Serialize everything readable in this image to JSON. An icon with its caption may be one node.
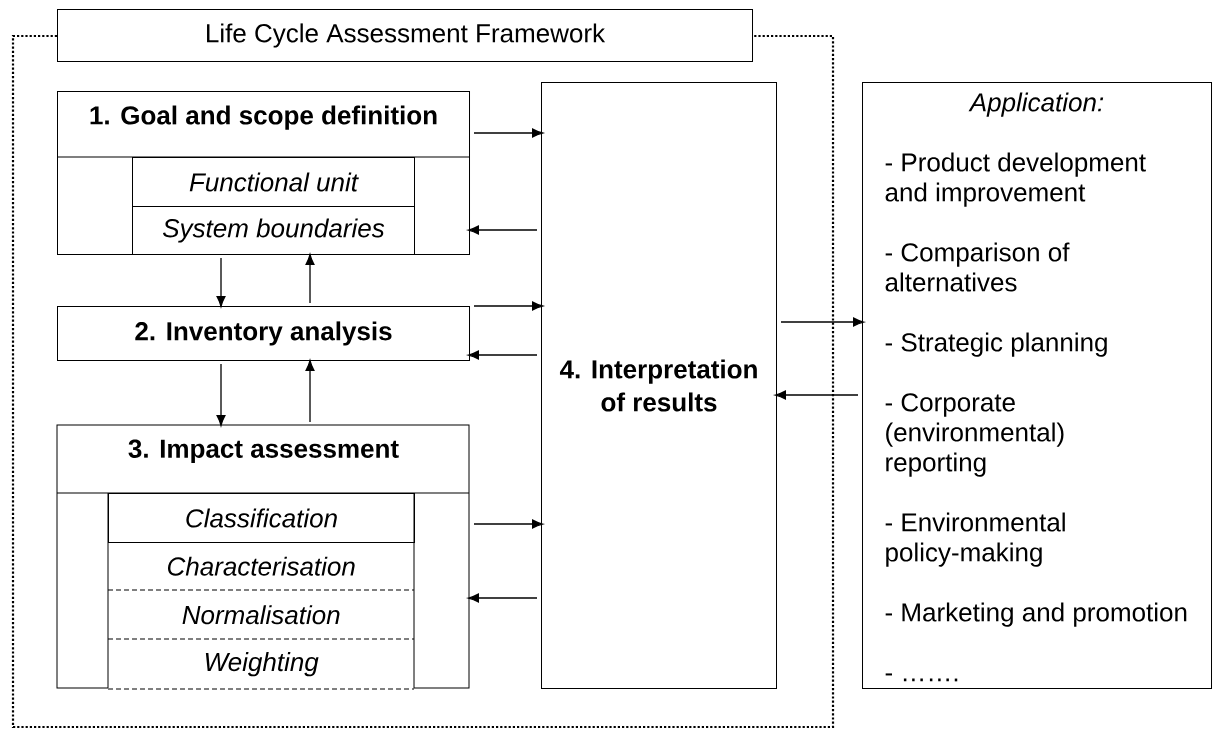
{
  "diagram": {
    "nodes": [
      {
        "text": [
          "Life Cycle Assessment Framework"
        ]
      },
      {
        "text": [
          "1. Goal and scope definition"
        ],
        "in": 0
      },
      {
        "text": [
          "Functional unit"
        ],
        "in": 1
      },
      {
        "text": [
          "System boundaries"
        ],
        "in": 1
      },
      {
        "text": [
          "2. Inventory analysis"
        ],
        "in": 0
      },
      {
        "text": [
          "3. Impact assessment"
        ],
        "in": 0
      },
      {
        "text": [
          "Classification"
        ],
        "in": 5
      },
      {
        "text": [
          "Characterisation"
        ],
        "in": 5
      },
      {
        "text": [
          "Normalisation"
        ],
        "in": 5
      },
      {
        "text": [
          "Weighting"
        ],
        "in": 5
      },
      {
        "text": [
          "4. Interpretation of results"
        ],
        "in": 0
      },
      {
        "text": [
          "Application:",
          "- Product development and improvement",
          "- Comparison of alternatives",
          "- Strategic planning",
          "- Corporate (environmental) reporting",
          "- Environmental policy-making",
          "- Marketing and promotion",
          "- ……."
        ]
      }
    ],
    "edges": [
      {
        "from": 1,
        "to": 10,
        "arrow": "to"
      },
      {
        "from": 10,
        "to": 1,
        "arrow": "to"
      },
      {
        "from": 1,
        "to": 4,
        "arrow": "to"
      },
      {
        "from": 4,
        "to": 1,
        "arrow": "to"
      },
      {
        "from": 4,
        "to": 10,
        "arrow": "to"
      },
      {
        "from": 10,
        "to": 4,
        "arrow": "to"
      },
      {
        "from": 4,
        "to": 5,
        "arrow": "to"
      },
      {
        "from": 5,
        "to": 4,
        "arrow": "to"
      },
      {
        "from": 5,
        "to": 10,
        "arrow": "to"
      },
      {
        "from": 10,
        "to": 5,
        "arrow": "to"
      },
      {
        "from": 10,
        "to": 11,
        "arrow": "to"
      },
      {
        "from": 11,
        "to": 10,
        "arrow": "to"
      }
    ]
  }
}
